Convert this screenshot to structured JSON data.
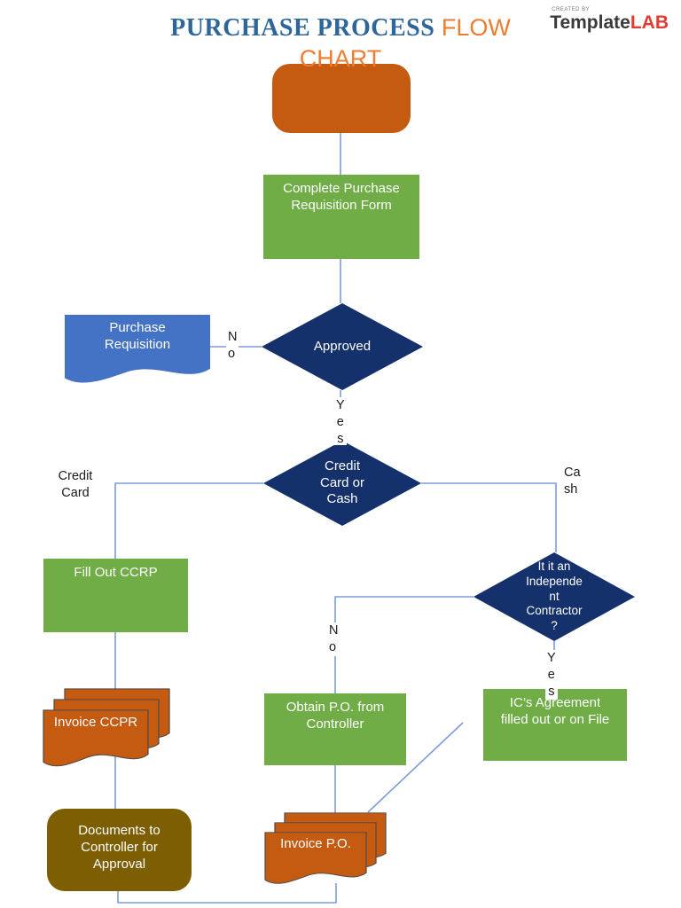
{
  "header": {
    "title_line1_blue": "PURCHASE PROCESS",
    "title_line1_orange": " FLOW",
    "title_line2": "CHART",
    "logo": {
      "created_by": "CREATED BY",
      "brand_main": "Template",
      "brand_accent": "LAB"
    }
  },
  "colors": {
    "title_blue": "#2f6699",
    "title_orange": "#ed7d31",
    "green": "#70ad47",
    "orange": "#c55a11",
    "navy": "#14316b",
    "doc_blue": "#4472c4",
    "olive": "#7d5e02",
    "line": "#7e9cd8"
  },
  "diagram": {
    "nodes": {
      "start": {
        "type": "start",
        "label": ""
      },
      "complete_form": {
        "type": "process",
        "label": "Complete Purchase\nRequisition Form"
      },
      "approved": {
        "type": "decision",
        "label": "Approved"
      },
      "purchase_requisition": {
        "type": "document",
        "label": "Purchase\nRequisition"
      },
      "cc_or_cash": {
        "type": "decision",
        "label": "Credit\nCard or\nCash"
      },
      "fill_ccrp": {
        "type": "process",
        "label": "Fill Out CCRP"
      },
      "ic_contractor": {
        "type": "decision",
        "label": "It it an\nIndepende\nnt\nContractor\n?"
      },
      "invoice_ccpr": {
        "type": "multidocument",
        "label": "Invoice CCPR"
      },
      "obtain_po": {
        "type": "process",
        "label": "Obtain P.O. from\nController"
      },
      "ics_agreement": {
        "type": "process",
        "label": "IC’s Agreement\nfilled out or on File"
      },
      "docs_to_controller": {
        "type": "terminator",
        "label": "Documents to\nController for\nApproval"
      },
      "invoice_po": {
        "type": "multidocument",
        "label": "Invoice P.O."
      }
    },
    "edge_labels": {
      "no1": "N\no",
      "yes1": "Y\ne\ns",
      "credit_card": "Credit\nCard",
      "cash": "Ca\nsh",
      "no2": "N\no",
      "yes2": "Y\ne\ns"
    }
  }
}
